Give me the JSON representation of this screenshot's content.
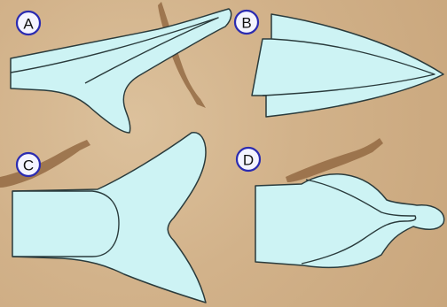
{
  "figure": {
    "background_color": "#d2b28a",
    "shape_fill": "#cdf3f4",
    "outline_color": "#2a3b3c",
    "badge_outline": "#2b2bb0",
    "badges": [
      {
        "label": "A"
      },
      {
        "label": "B"
      },
      {
        "label": "C"
      },
      {
        "label": "D"
      }
    ]
  }
}
